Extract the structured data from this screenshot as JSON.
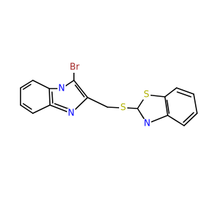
{
  "molecule": {
    "atom_colors": {
      "N": "#0000ff",
      "S": "#b2b200",
      "Br": "#a52a2a"
    },
    "labels": {
      "br": "Br",
      "n_bridgehead": "N",
      "n_imidazole": "N",
      "s_thioether": "S",
      "s_thiazole": "S",
      "n_thiazole": "N"
    }
  }
}
